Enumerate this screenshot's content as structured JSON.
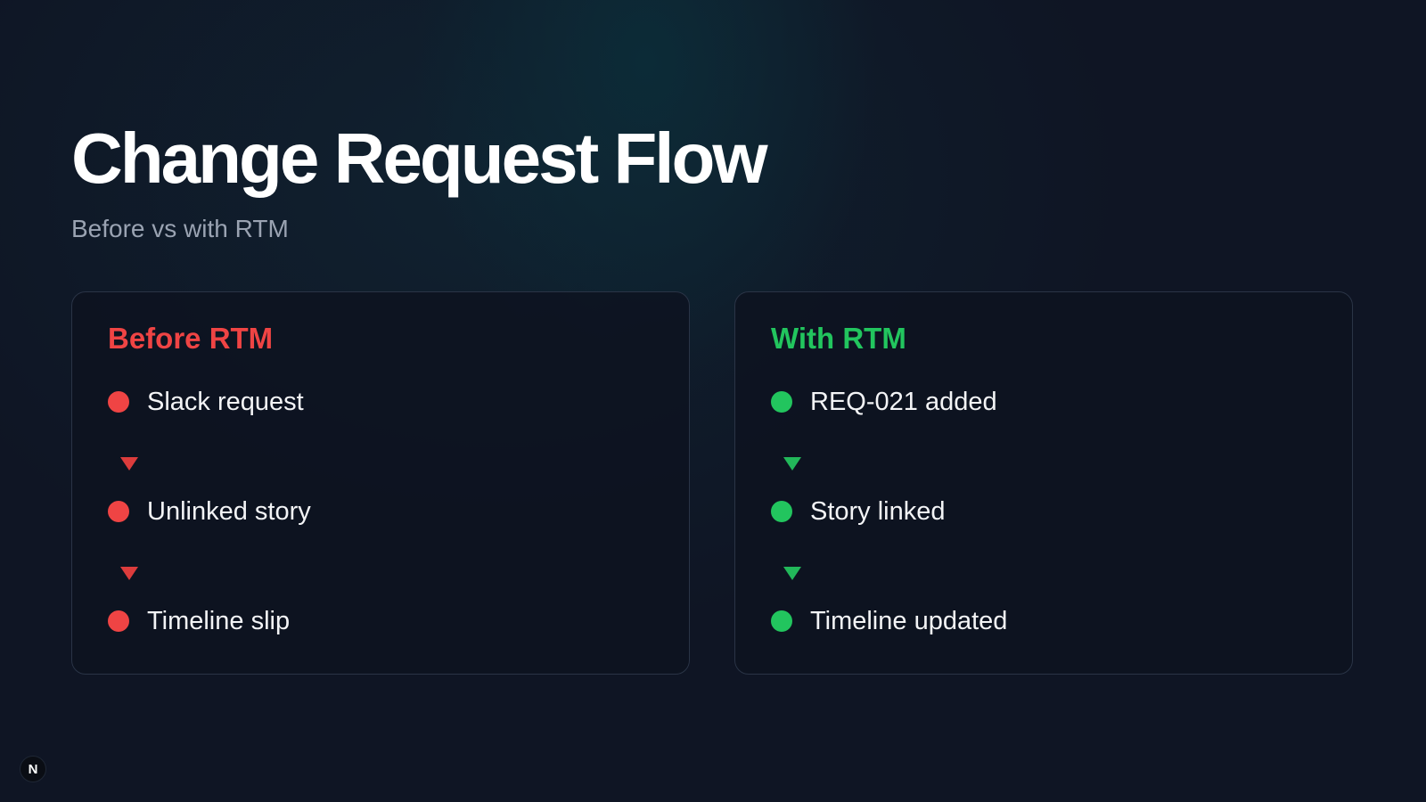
{
  "slide": {
    "title": "Change Request Flow",
    "subtitle": "Before vs with RTM"
  },
  "panels": [
    {
      "heading": "Before RTM",
      "accent_color": "#ef4444",
      "steps": [
        "Slack request",
        "Unlinked story",
        "Timeline slip"
      ]
    },
    {
      "heading": "With RTM",
      "accent_color": "#22c55e",
      "steps": [
        "REQ-021 added",
        "Story linked",
        "Timeline updated"
      ]
    }
  ],
  "brand": {
    "icon": "n-logo-icon",
    "letter": "N"
  },
  "colors": {
    "background": "#0f1524",
    "title": "#ffffff",
    "subtitle": "#9aa3b2",
    "panel_border": "#2a3446"
  }
}
